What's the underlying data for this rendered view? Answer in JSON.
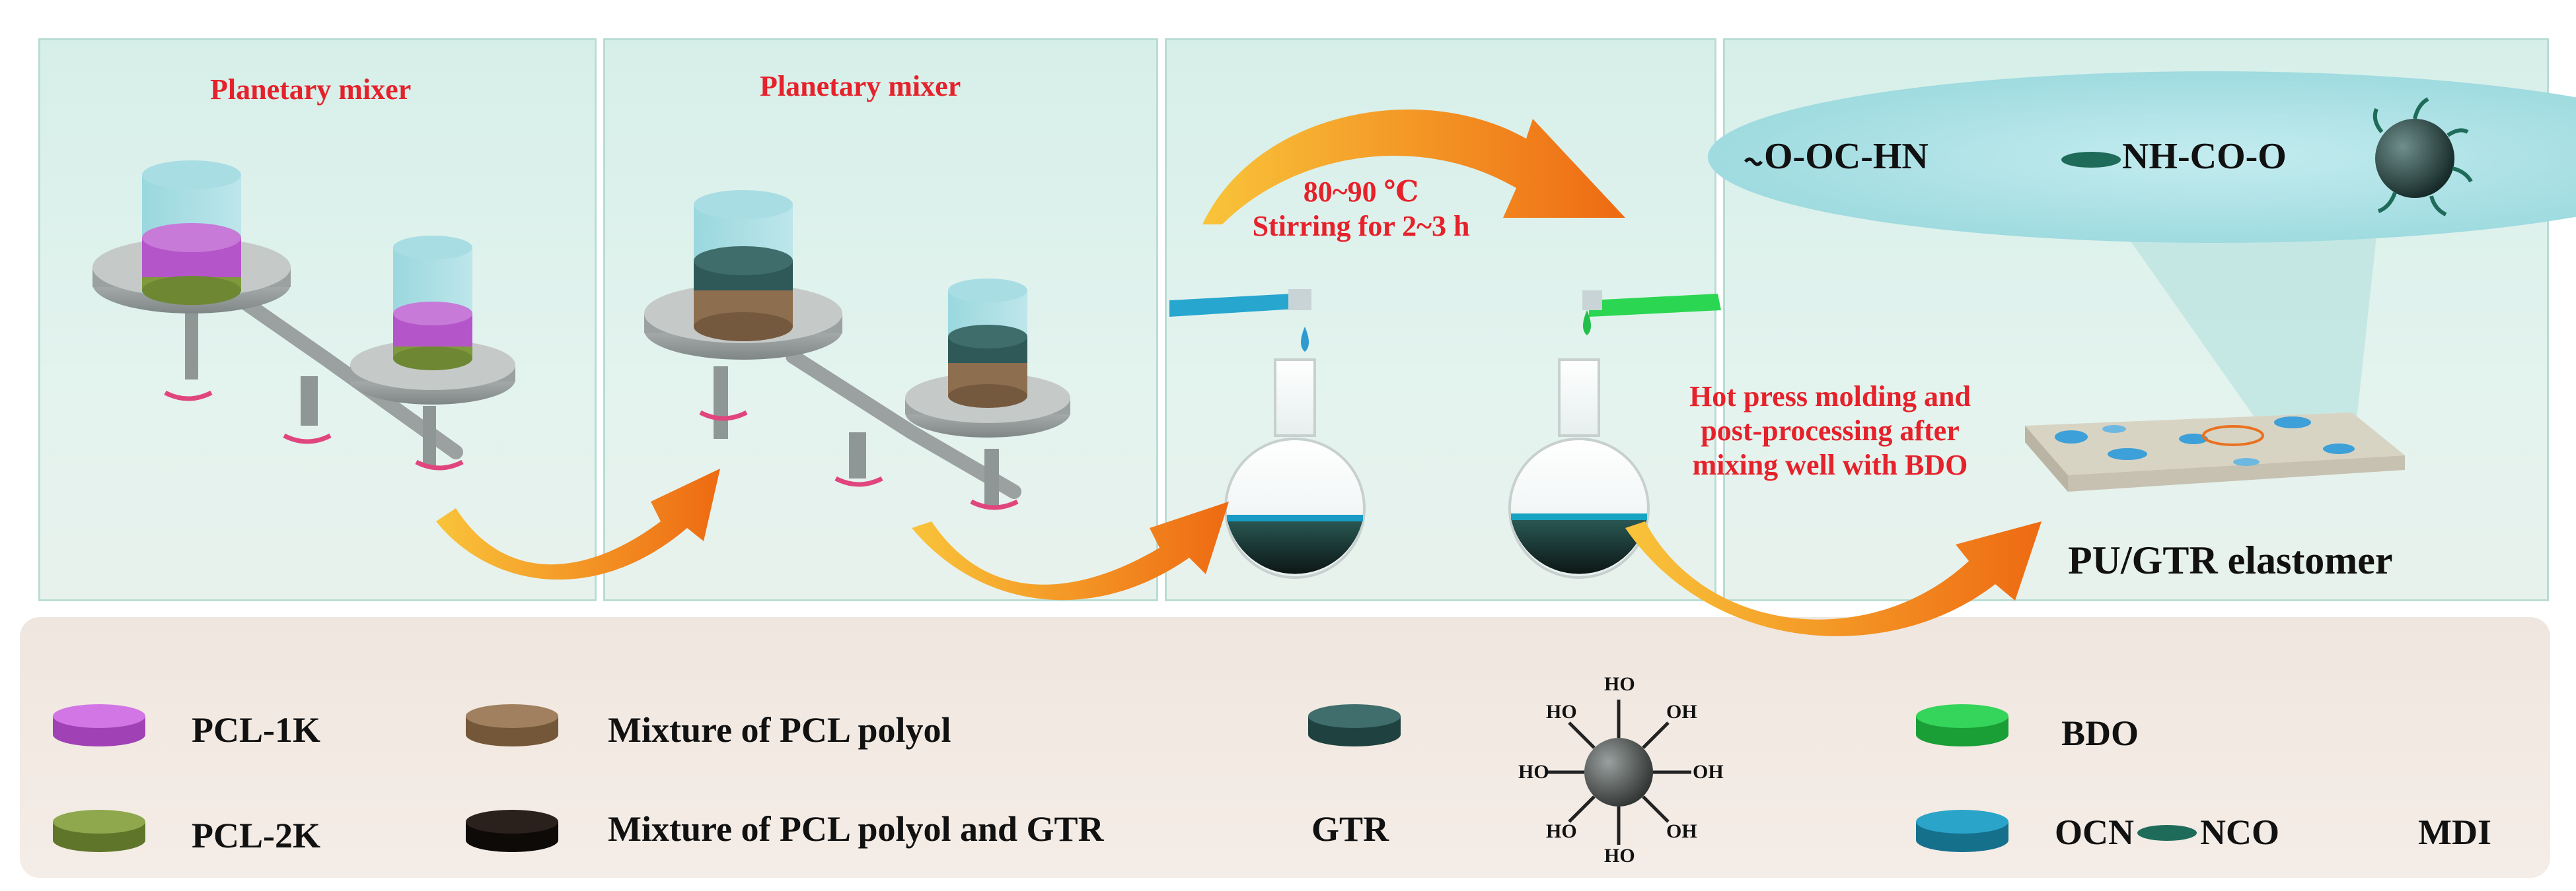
{
  "panels": {
    "p1_title": "Planetary mixer",
    "p2_title": "Planetary mixer",
    "p3_condition_1": "80~90 ℃",
    "p3_condition_2": "Stirring for 2~3 h",
    "p4_step_1": "Hot press molding and",
    "p4_step_2": "post-processing after",
    "p4_step_3": "mixing well with BDO",
    "p4_product": "PU/GTR elastomer"
  },
  "chemistry": {
    "urethane_left": "O-OC-HN",
    "urethane_right": "NH-CO-O",
    "hydroxyl": "HO",
    "hydroxyl_right": "OH"
  },
  "legend": {
    "pcl1k": "PCL-1K",
    "pcl2k": "PCL-2K",
    "polyol_mix": "Mixture of PCL polyol",
    "polyol_gtr_mix": "Mixture of PCL polyol and GTR",
    "gtr": "GTR",
    "bdo": "BDO",
    "mdi_left": "OCN",
    "mdi_right": "NCO",
    "mdi": "MDI"
  },
  "colors": {
    "pcl1k": "#b455c9",
    "pcl2k": "#7e9a3c",
    "polyol_mix": "#8d6e4f",
    "polyol_gtr_mix": "#1c1512",
    "gtr": "#2e5958",
    "bdo": "#27c34a",
    "mdi": "#1f95b8",
    "title_red": "#e5222b",
    "arrow_orange": "#f08a1c"
  }
}
